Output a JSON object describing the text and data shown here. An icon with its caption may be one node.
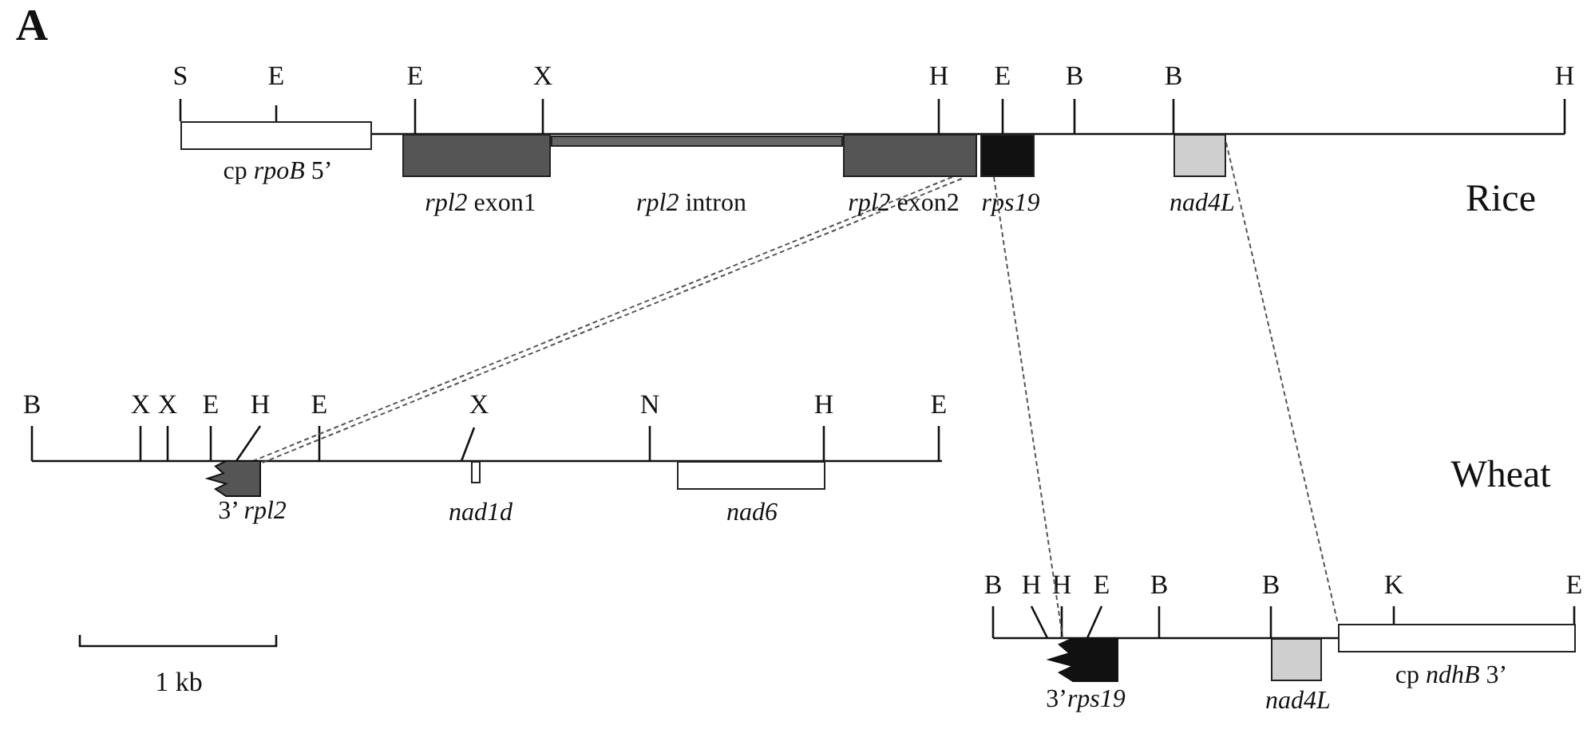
{
  "diagram": {
    "nodes": [
      {
        "text": [
          "cp *rpoB* 5’"
        ]
      },
      {
        "text": [
          "*rpl2* exon1"
        ]
      },
      {
        "text": [
          "*rpl2* intron"
        ]
      },
      {
        "text": [
          "*rpl2* exon2"
        ]
      },
      {
        "text": [
          "rps19"
        ]
      },
      {
        "text": [
          "nad4L"
        ]
      },
      {
        "text": [
          "3’ *rpl2*"
        ]
      },
      {
        "text": [
          "nad1d"
        ]
      },
      {
        "text": [
          "nad6"
        ]
      },
      {
        "text": [
          "3’*rps19*"
        ]
      },
      {
        "text": [
          "nad4L"
        ]
      },
      {
        "text": [
          "cp *ndhB* 3’"
        ]
      }
    ],
    "edges": [
      {
        "from": 3,
        "to": 6,
        "arrow": "none",
        "style": "dashed"
      },
      {
        "from": 4,
        "to": 9,
        "arrow": "none",
        "style": "dashed"
      },
      {
        "from": 5,
        "to": 11,
        "arrow": "none",
        "style": "dashed"
      }
    ],
    "labels": [
      "A",
      "S",
      "E",
      "E",
      "X",
      "H",
      "E",
      "B",
      "B",
      "H",
      "Rice",
      "B",
      "X",
      "X",
      "E",
      "H",
      "E",
      "X",
      "N",
      "H",
      "E",
      "Wheat",
      "B",
      "H",
      "H",
      "E",
      "B",
      "B",
      "K",
      "E",
      "1 kb"
    ]
  }
}
